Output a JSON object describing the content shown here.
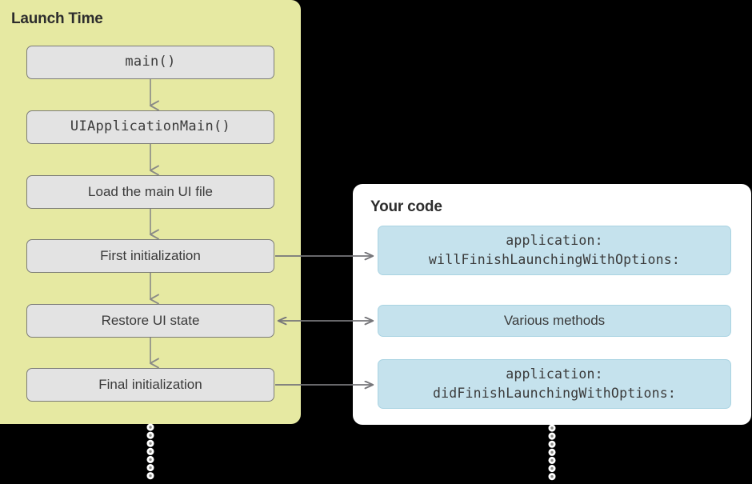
{
  "diagram": {
    "title": "Launch Time / Your code app launch sequence",
    "colors": {
      "launch_panel_bg": "#e6e9a2",
      "code_panel_bg": "#ffffff",
      "flow_box_bg": "#e3e3e3",
      "flow_box_border": "#7c7c78",
      "code_box_bg": "#c5e2ed",
      "code_box_border": "#a9d3e2",
      "arrow": "#76767a",
      "canvas_bg": "#000000",
      "text": "#3a3a3a"
    }
  },
  "launch_panel": {
    "title": "Launch Time",
    "steps": [
      {
        "label": "main()",
        "mono": true
      },
      {
        "label": "UIApplicationMain()",
        "mono": true
      },
      {
        "label": "Load the main UI file",
        "mono": false
      },
      {
        "label": "First initialization",
        "mono": false
      },
      {
        "label": "Restore UI state",
        "mono": false
      },
      {
        "label": "Final initialization",
        "mono": false
      }
    ]
  },
  "code_panel": {
    "title": "Your code",
    "methods": [
      {
        "label": "application:\nwillFinishLaunchingWithOptions:",
        "mono": true
      },
      {
        "label": "Various methods",
        "mono": false
      },
      {
        "label": "application:\ndidFinishLaunchingWithOptions:",
        "mono": true
      }
    ]
  },
  "connectors": [
    {
      "from": "First initialization",
      "to": "application: willFinishLaunchingWithOptions:",
      "direction": "right"
    },
    {
      "from": "Restore UI state",
      "to": "Various methods",
      "direction": "both"
    },
    {
      "from": "Final initialization",
      "to": "application: didFinishLaunchingWithOptions:",
      "direction": "right"
    }
  ],
  "continuation_lines": [
    {
      "name": "launch-timeline-continues",
      "style": "dotted"
    },
    {
      "name": "code-timeline-continues",
      "style": "dotted"
    }
  ]
}
